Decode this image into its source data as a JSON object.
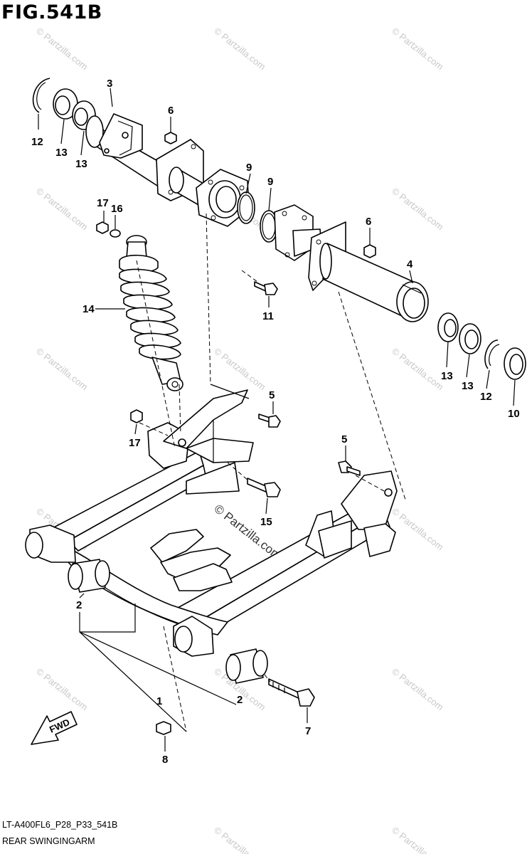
{
  "figure_title": "FIG.541B",
  "footer": {
    "code": "LT-A400FL6_P28_P33_541B",
    "name": "REAR SWINGINGARM"
  },
  "watermark": {
    "small": "© Partzilla.com",
    "center": "© Partzilla.com"
  },
  "fwd_label": "FWD",
  "callouts": {
    "c1": "1",
    "c2a": "2",
    "c2b": "2",
    "c3": "3",
    "c4": "4",
    "c5a": "5",
    "c5b": "5",
    "c6a": "6",
    "c6b": "6",
    "c7": "7",
    "c8": "8",
    "c9a": "9",
    "c9b": "9",
    "c10": "10",
    "c11": "11",
    "c12a": "12",
    "c12b": "12",
    "c13a": "13",
    "c13b": "13",
    "c13c": "13",
    "c13d": "13",
    "c14": "14",
    "c15": "15",
    "c16": "16",
    "c17a": "17",
    "c17b": "17"
  }
}
